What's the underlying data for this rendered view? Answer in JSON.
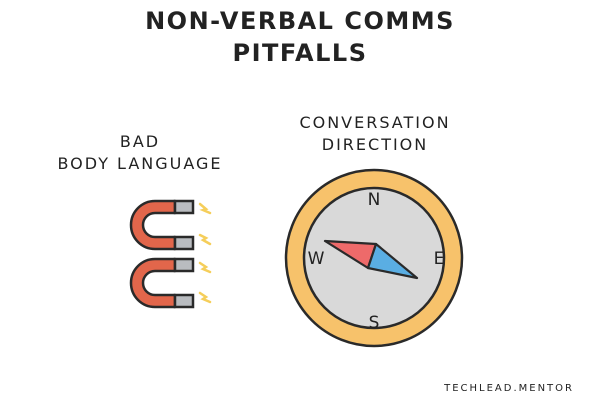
{
  "title": {
    "line1": "NON-VERBAL COMMS",
    "line2": "PITFALLS"
  },
  "left_section": {
    "label_line1": "BAD",
    "label_line2": "BODY LANGUAGE",
    "icon": "magnet-icon"
  },
  "right_section": {
    "label_line1": "CONVERSATION",
    "label_line2": "DIRECTION",
    "icon": "compass-icon",
    "compass": {
      "north": "N",
      "south": "S",
      "east": "E",
      "west": "W"
    }
  },
  "footer": {
    "brand": "TECHLEAD.MENTOR"
  },
  "colors": {
    "magnet_red": "#E2664B",
    "magnet_tip": "#B9BCC0",
    "spark_yellow": "#F5CE5A",
    "compass_ring": "#F7C26B",
    "compass_face": "#D9D9D9",
    "needle_red": "#EE6A6A",
    "needle_blue": "#5AAEE3",
    "ink": "#222222"
  }
}
